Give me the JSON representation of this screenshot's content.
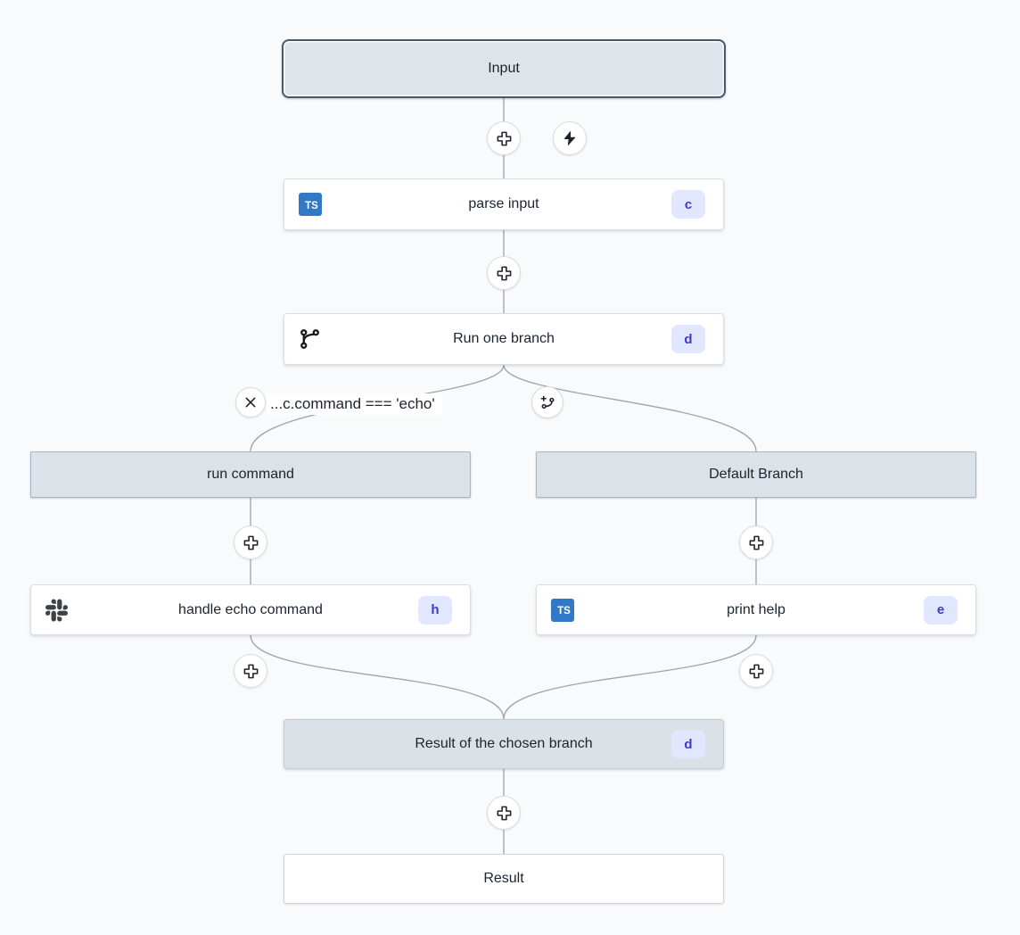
{
  "nodes": {
    "input": {
      "label": "Input"
    },
    "parse_input": {
      "label": "parse input",
      "badge": "c",
      "lang": "TS"
    },
    "run_one_branch": {
      "label": "Run one branch",
      "badge": "d"
    },
    "condition": {
      "label": "...c.command === 'echo'"
    },
    "run_command": {
      "label": "run command"
    },
    "default_branch": {
      "label": "Default Branch"
    },
    "handle_echo": {
      "label": "handle echo command",
      "badge": "h"
    },
    "print_help": {
      "label": "print help",
      "badge": "e",
      "lang": "TS"
    },
    "result_of_branch": {
      "label": "Result of the chosen branch",
      "badge": "d"
    },
    "result": {
      "label": "Result"
    }
  },
  "icons": {
    "ts_label": "TS"
  },
  "colors": {
    "canvas_bg": "#f8fafc",
    "selected_border": "#4b5a68",
    "branch_fill": "#dbe2e8",
    "node_fill": "#ffffff",
    "badge_bg": "#e0e7ff",
    "badge_text": "#4338ca",
    "typescript_blue": "#3178c6",
    "slack_dark": "#3f4147",
    "edge": "#9aa5af",
    "icon_dark": "#1c2430"
  }
}
